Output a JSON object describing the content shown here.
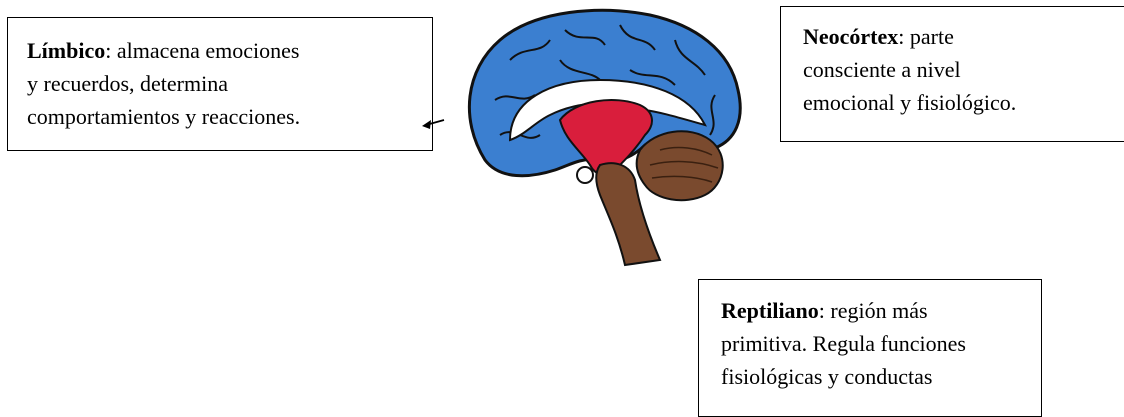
{
  "limbico": {
    "title": "Límbico",
    "line1": ": almacena emociones",
    "line2": "y recuerdos, determina",
    "line3": "comportamientos y reacciones."
  },
  "neocortex": {
    "title": "Neocórtex",
    "line1": ": parte",
    "line2": "consciente a nivel",
    "line3": "emocional y fisiológico."
  },
  "reptiliano": {
    "title": "Reptiliano",
    "line1": ": región más",
    "line2": "primitiva. Regula funciones",
    "line3": "fisiológicas y conductas"
  },
  "colors": {
    "cortex": "#3b7fd0",
    "limbic": "#d91e3c",
    "brainstem": "#7a4a2e",
    "outline": "#111111"
  }
}
